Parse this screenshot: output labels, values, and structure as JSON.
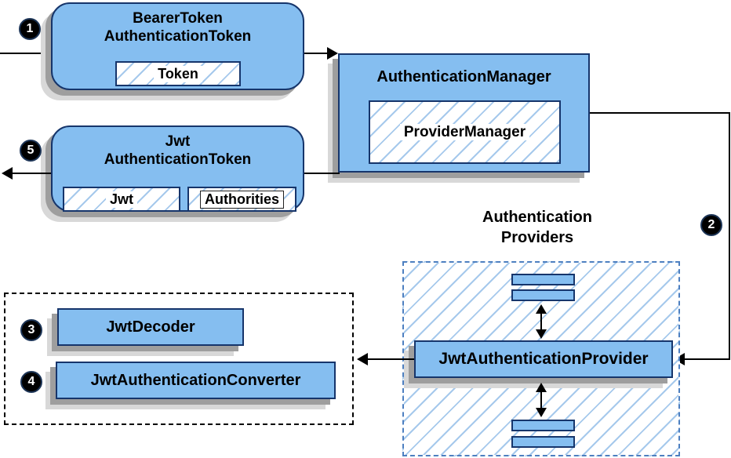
{
  "colors": {
    "box_fill": "#85BEF0",
    "box_border": "#16356B",
    "hatch_line": "#A6C9EC",
    "providers_border": "#4D7FC0",
    "shadow_dark": "#9E9E9E",
    "shadow_light": "#D8D8D8",
    "arrow": "#000000",
    "badge_bg": "#000000",
    "badge_text": "#FFFFFF"
  },
  "steps": [
    "1",
    "2",
    "3",
    "4",
    "5"
  ],
  "bearer_box": {
    "title_line1": "BearerToken",
    "title_line2": "AuthenticationToken",
    "field": "Token"
  },
  "manager_box": {
    "title": "AuthenticationManager",
    "inner": "ProviderManager"
  },
  "jwt_box": {
    "title_line1": "Jwt",
    "title_line2": "AuthenticationToken",
    "field_jwt": "Jwt",
    "field_authorities": "Authorities"
  },
  "providers_group": {
    "label_line1": "Authentication",
    "label_line2": "Providers",
    "provider": "JwtAuthenticationProvider"
  },
  "support_group": {
    "decoder": "JwtDecoder",
    "converter": "JwtAuthenticationConverter"
  }
}
